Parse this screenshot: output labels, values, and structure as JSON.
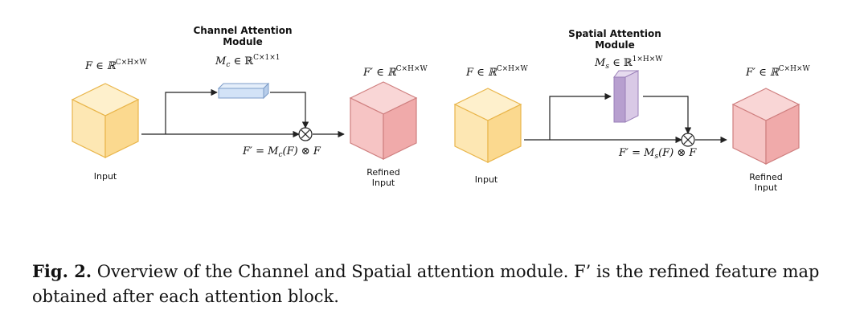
{
  "channel_module": {
    "title_line1": "Channel Attention",
    "title_line2": "Module",
    "input_formula": "F ∈ ℝ",
    "input_sup": "C×H×W",
    "mc_formula": "M",
    "mc_sub": "c",
    "mc_rest": " ∈ ℝ",
    "mc_sup": "C×1×1",
    "output_formula": "F′ ∈ ℝ",
    "output_sup": "C×H×W",
    "refine_eq_left": "F′ = M",
    "refine_eq_sub": "c",
    "refine_eq_right": "(F) ⊗ F",
    "input_label": "Input",
    "refined_label_line1": "Refined",
    "refined_label_line2": "Input"
  },
  "spatial_module": {
    "title_line1": "Spatial Attention",
    "title_line2": "Module",
    "input_formula": "F ∈ ℝ",
    "input_sup": "C×H×W",
    "ms_formula": "M",
    "ms_sub": "s",
    "ms_rest": " ∈ ℝ",
    "ms_sup": "1×H×W",
    "output_formula": "F′ ∈ ℝ",
    "output_sup": "C×H×W",
    "refine_eq_left": "F′ = M",
    "refine_eq_sub": "s",
    "refine_eq_right": "(F) ⊗ F",
    "input_label": "Input",
    "refined_label_line1": "Refined",
    "refined_label_line2": "Input"
  },
  "operator_symbol": "⊗",
  "caption": {
    "label": "Fig. 2.",
    "text": " Overview of the Channel and Spatial attention module. F’ is the refined feature map obtained after each attention block."
  },
  "colors": {
    "input_cube_fill": "#fde7b3",
    "input_cube_stroke": "#e9b54a",
    "refined_cube_fill": "#f6c4c4",
    "refined_cube_stroke": "#cf7f7f",
    "channel_bar_fill": "#d3e3f7",
    "channel_bar_stroke": "#7d9cc8",
    "spatial_bar_fill": "#d9c9e6",
    "spatial_bar_stroke": "#9a7fb8",
    "line": "#222222"
  }
}
